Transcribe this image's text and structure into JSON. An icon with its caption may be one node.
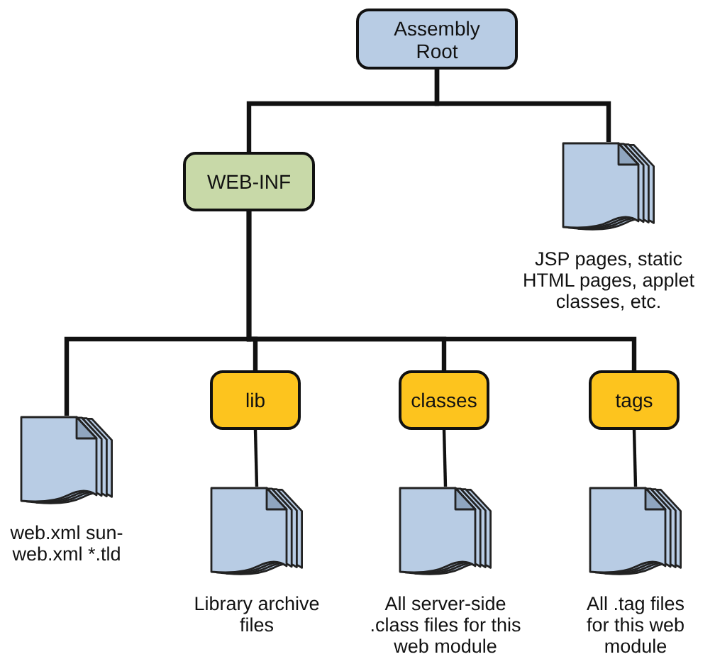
{
  "diagram": {
    "nodes": [
      {
        "text": [
          "Assembly Root"
        ]
      },
      {
        "text": [
          "WEB-INF"
        ]
      },
      {
        "text": [
          "JSP pages, static HTML pages, applet classes, etc."
        ]
      },
      {
        "text": [
          "web.xml sun-web.xml *.tld"
        ]
      },
      {
        "text": [
          "lib"
        ]
      },
      {
        "text": [
          "classes"
        ]
      },
      {
        "text": [
          "tags"
        ]
      },
      {
        "text": [
          "Library archive files"
        ]
      },
      {
        "text": [
          "All server-side .class files for this web module"
        ]
      },
      {
        "text": [
          "All .tag files for this web module"
        ]
      }
    ],
    "edges": [
      {
        "from": 0,
        "to": 1,
        "arrow": "none"
      },
      {
        "from": 0,
        "to": 2,
        "arrow": "none"
      },
      {
        "from": 1,
        "to": 3,
        "arrow": "none"
      },
      {
        "from": 1,
        "to": 4,
        "arrow": "none"
      },
      {
        "from": 1,
        "to": 5,
        "arrow": "none"
      },
      {
        "from": 1,
        "to": 6,
        "arrow": "none"
      },
      {
        "from": 4,
        "to": 7,
        "arrow": "none"
      },
      {
        "from": 5,
        "to": 8,
        "arrow": "none"
      },
      {
        "from": 6,
        "to": 9,
        "arrow": "none"
      }
    ]
  }
}
